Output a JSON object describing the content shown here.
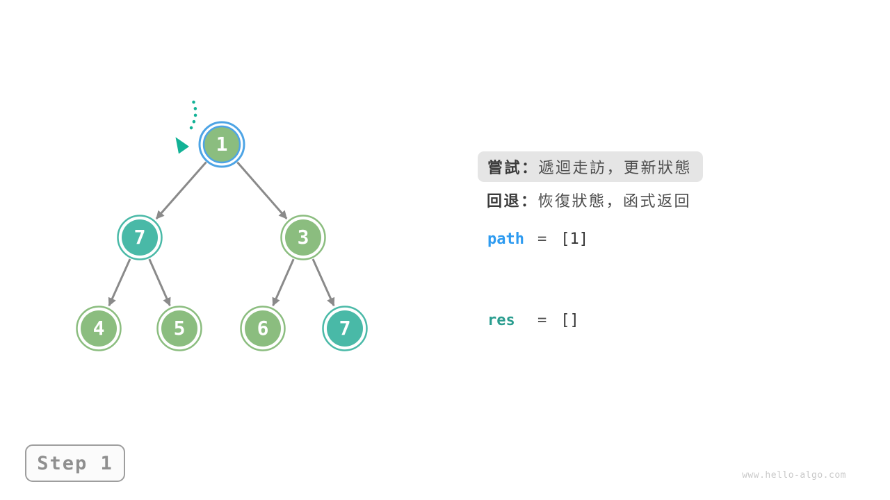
{
  "colors": {
    "node_green": "#8BBD7F",
    "node_teal": "#49B9A7",
    "highlight_blue": "#4DA4E5",
    "edge_gray": "#8A8A8A",
    "pointer_teal": "#12B296",
    "path_blue": "#2E9BF0",
    "res_teal": "#2A9D8F",
    "text_dark": "#3A3A3A",
    "text_body": "#4E4E4E",
    "box_bg": "#E5E5E5",
    "code_equals": "#4F4F4F",
    "code_value": "#333333",
    "step_border": "#9E9E9E",
    "step_text": "#8F8F8F",
    "watermark_gray": "#C9C9C9"
  },
  "tree": {
    "nodes": [
      {
        "value": "1",
        "variant": "green",
        "highlighted": true
      },
      {
        "value": "7",
        "variant": "teal",
        "highlighted": false
      },
      {
        "value": "3",
        "variant": "green",
        "highlighted": false
      },
      {
        "value": "4",
        "variant": "green",
        "highlighted": false
      },
      {
        "value": "5",
        "variant": "green",
        "highlighted": false
      },
      {
        "value": "6",
        "variant": "green",
        "highlighted": false
      },
      {
        "value": "7",
        "variant": "teal",
        "highlighted": false
      }
    ],
    "edges": [
      [
        "1",
        "7"
      ],
      [
        "1",
        "3"
      ],
      [
        "7",
        "4"
      ],
      [
        "7",
        "5"
      ],
      [
        "3",
        "6"
      ],
      [
        "3",
        "7"
      ]
    ],
    "pointer_target": "1"
  },
  "legend": {
    "try_label": "嘗試：",
    "try_text": "遞迴走訪，更新狀態",
    "back_label": "回退：",
    "back_text": "恢復狀態，函式返回"
  },
  "state": {
    "path_name": "path",
    "path_equals": "=",
    "path_value": "[1]",
    "res_name": "res",
    "res_equals": "=",
    "res_value": "[]"
  },
  "step_badge": "Step 1",
  "watermark": "www.hello-algo.com"
}
